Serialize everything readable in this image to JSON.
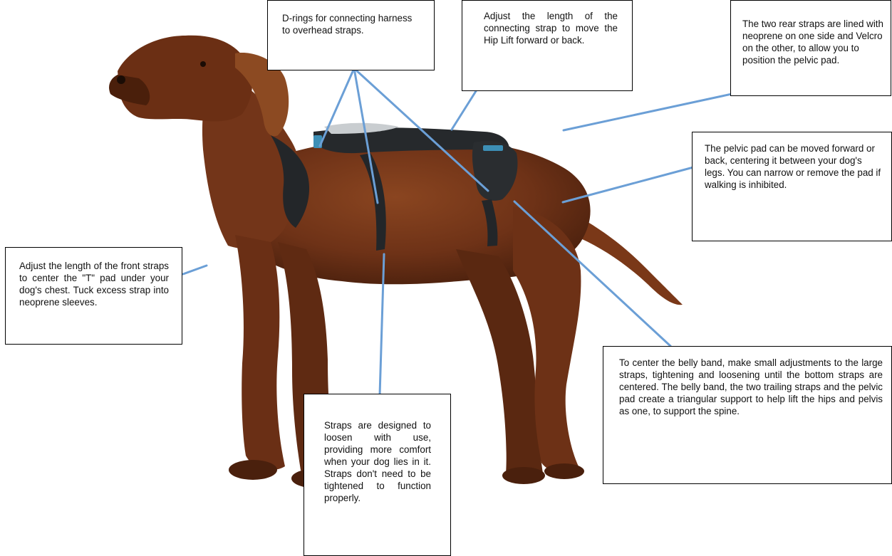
{
  "figure": {
    "colors": {
      "leader_line": "#6b9fd6",
      "box_border": "#000000",
      "dog_fur": "#6e3217",
      "harness": "#232629",
      "harness_accent": "#3d8fb6"
    },
    "image": "dog-wearing-support-harness"
  },
  "callouts": {
    "drings": "D-rings for connecting harness to overhead straps.",
    "connect_strap": "Adjust the length of the connecting strap to move the Hip Lift forward or back.",
    "rear_straps": "The two rear straps are lined with neoprene on one side and Velcro on the other, to allow you to position the pelvic pad.",
    "pelvic_pad": "The pelvic pad can be moved forward or back, centering it between your dog's legs. You can narrow or remove the pad if walking is inhibited.",
    "front_straps": "Adjust the length of the front straps to center the \"T\" pad under your dog's chest. Tuck excess strap into neoprene sleeves.",
    "loosen": "Straps are designed to loosen with use, providing more comfort when your dog lies in it. Straps don't need to be tightened to function properly.",
    "belly_band": "To center the belly band, make small adjustments to the large straps, tightening and loosening until the bottom straps are centered. The belly band, the two trailing straps and the pelvic pad create a triangular support to help lift the hips and pelvis as one, to support the spine."
  }
}
